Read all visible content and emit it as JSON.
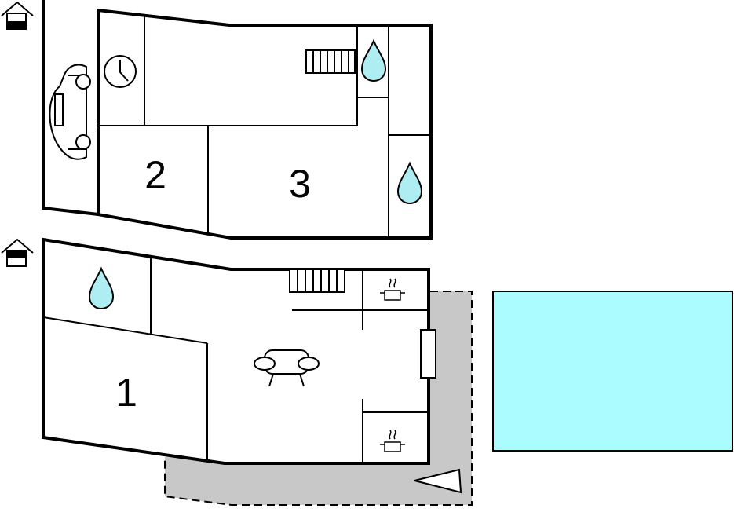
{
  "floorplan": {
    "rooms": [
      {
        "id": "bedroom-1",
        "label": "1"
      },
      {
        "id": "bedroom-2",
        "label": "2"
      },
      {
        "id": "bedroom-3",
        "label": "3"
      }
    ],
    "icons": {
      "floor_upper": "house-upper-floor-icon",
      "floor_ground": "house-ground-floor-icon",
      "garage": "car-icon",
      "heating": "clock-icon",
      "bathroom": "water-drop-icon",
      "stairs": "stairs-icon",
      "kitchen": "cooking-pot-icon",
      "living": "sofa-icon",
      "entrance": "entrance-arrow-icon"
    },
    "colors": {
      "water": "#aeeef2",
      "pool": "#aafcff",
      "terrace": "#c8c8c8",
      "wall": "#000000"
    }
  }
}
